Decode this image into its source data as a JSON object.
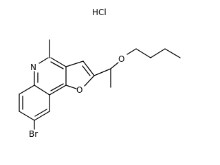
{
  "salt": {
    "label": "HCl"
  },
  "atoms": {
    "nitrogen": "N",
    "oxygen_furan": "O",
    "oxygen_ether": "O",
    "bromine": "Br"
  }
}
